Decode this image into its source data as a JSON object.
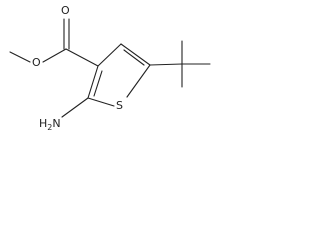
{
  "molecule": {
    "atoms": {
      "carbonyl_oxygen": "O",
      "ester_oxygen": "O",
      "ring_sulfur": "S",
      "amino_group": "H2N"
    },
    "ink_color": "#222222"
  }
}
